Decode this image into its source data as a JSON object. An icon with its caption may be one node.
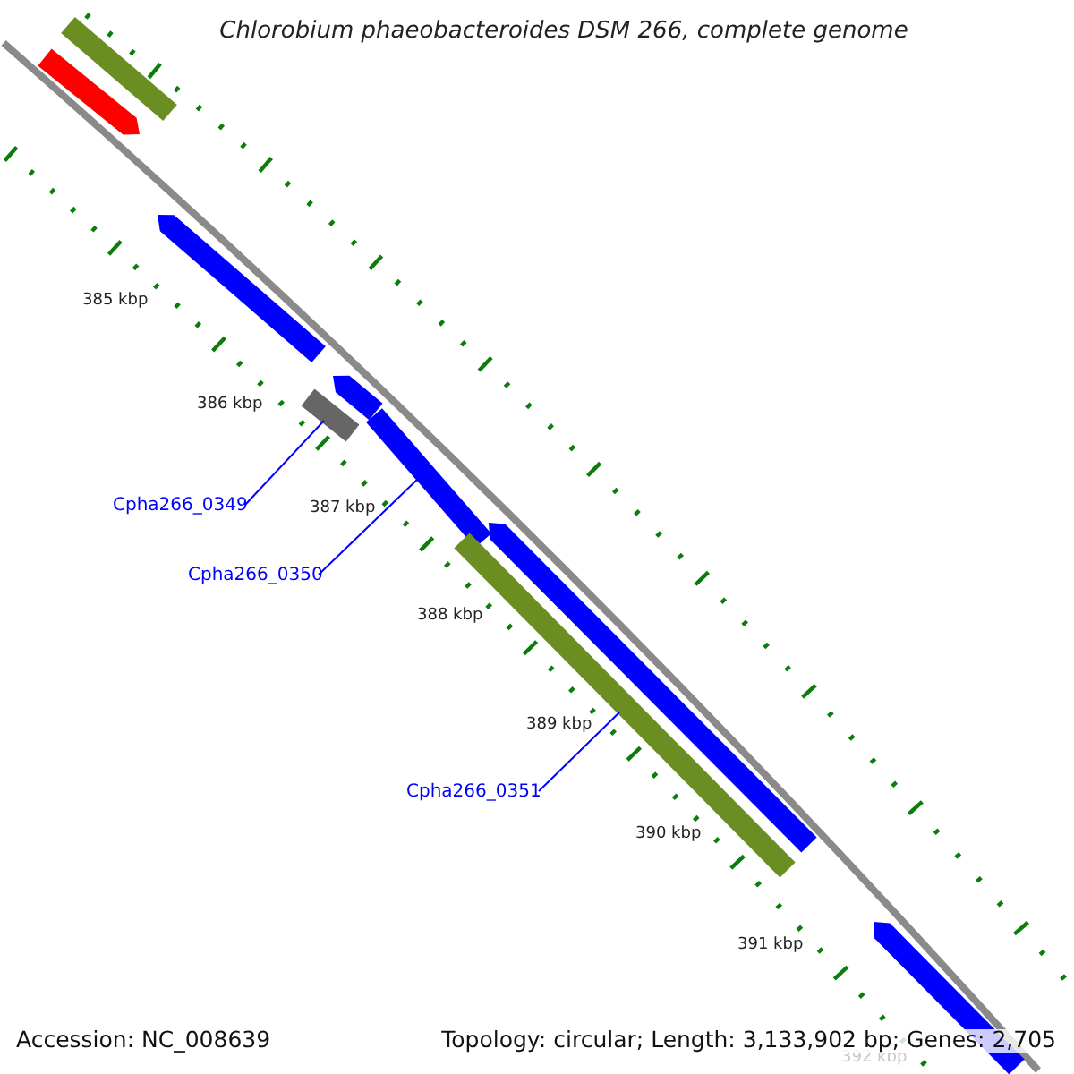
{
  "diagram": {
    "title": "Chlorobium phaeobacteroides DSM 266, complete genome",
    "nodes": [
      {
        "text": [
          "Cpha266_0349"
        ]
      },
      {
        "text": [],
        "shape": "bar"
      },
      {
        "text": [
          "Cpha266_0350"
        ]
      },
      {
        "text": [],
        "shape": "bar"
      },
      {
        "text": [
          "Cpha266_0351"
        ]
      },
      {
        "text": [],
        "shape": "bar"
      }
    ],
    "edges": [
      {
        "from": 0,
        "to": 1,
        "arrow": "none"
      },
      {
        "from": 2,
        "to": 3,
        "arrow": "none"
      },
      {
        "from": 4,
        "to": 5,
        "arrow": "none"
      }
    ],
    "labels": [
      "385 kbp",
      "386 kbp",
      "387 kbp",
      "388 kbp",
      "389 kbp",
      "390 kbp",
      "391 kbp",
      "392 kbp",
      "Accession: NC_008639",
      "Topology: circular; Length: 3,133,902 bp; Genes: 2,705"
    ]
  }
}
